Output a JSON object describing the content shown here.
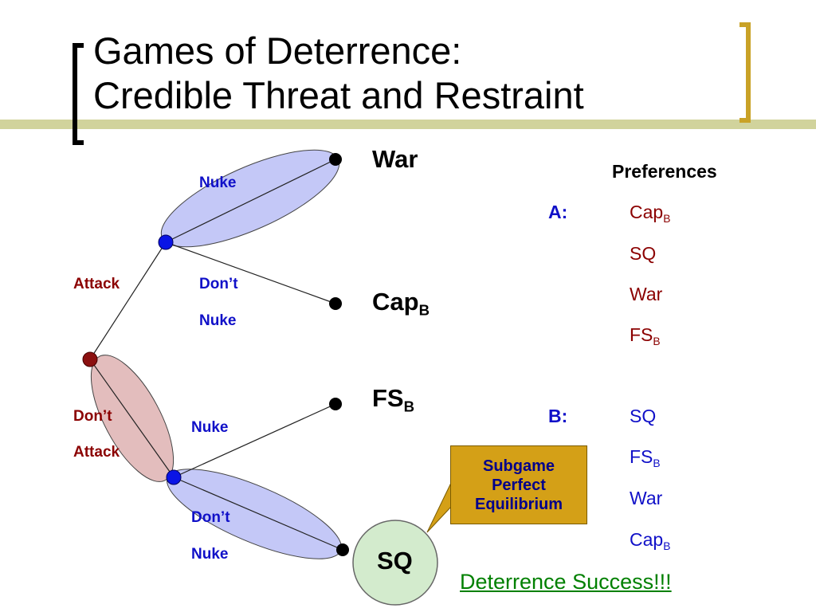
{
  "title": {
    "line1": "Games of Deterrence:",
    "line2": "Credible Threat and Restraint"
  },
  "colors": {
    "info_set_fill": "#c4c8f7",
    "root_info_set_fill": "#e3bdbd",
    "node_blue": "#0a14e6",
    "node_root": "#8b1010",
    "accent_bracket": "#c9a227",
    "callout_fill": "#d4a017",
    "sq_circle_fill": "#d3ebcd"
  },
  "tree": {
    "player_a_moves": {
      "attack": "Attack",
      "dont_attack_line1": "Don’t",
      "dont_attack_line2": "Attack"
    },
    "upper_b_moves": {
      "nuke": "Nuke",
      "dont_nuke_line1": "Don’t",
      "dont_nuke_line2": "Nuke"
    },
    "lower_b_moves": {
      "nuke": "Nuke",
      "dont_nuke_line1": "Don’t",
      "dont_nuke_line2": "Nuke"
    },
    "outcomes": {
      "war": "War",
      "cap_main": "Cap",
      "cap_sub": "B",
      "fs_main": "FS",
      "fs_sub": "B",
      "sq": "SQ"
    }
  },
  "preferences": {
    "heading": "Preferences",
    "a_label": "A:",
    "a_items": [
      {
        "main": "Cap",
        "sub": "B"
      },
      {
        "main": "SQ",
        "sub": ""
      },
      {
        "main": "War",
        "sub": ""
      },
      {
        "main": "FS",
        "sub": "B"
      }
    ],
    "b_label": "B:",
    "b_items": [
      {
        "main": "SQ",
        "sub": ""
      },
      {
        "main": "FS",
        "sub": "B"
      },
      {
        "main": "War",
        "sub": ""
      },
      {
        "main": "Cap",
        "sub": "B"
      }
    ]
  },
  "callout": {
    "line1": "Subgame",
    "line2": "Perfect",
    "line3": "Equilibrium"
  },
  "footer": {
    "success_text": "Deterrence Success!!!"
  }
}
